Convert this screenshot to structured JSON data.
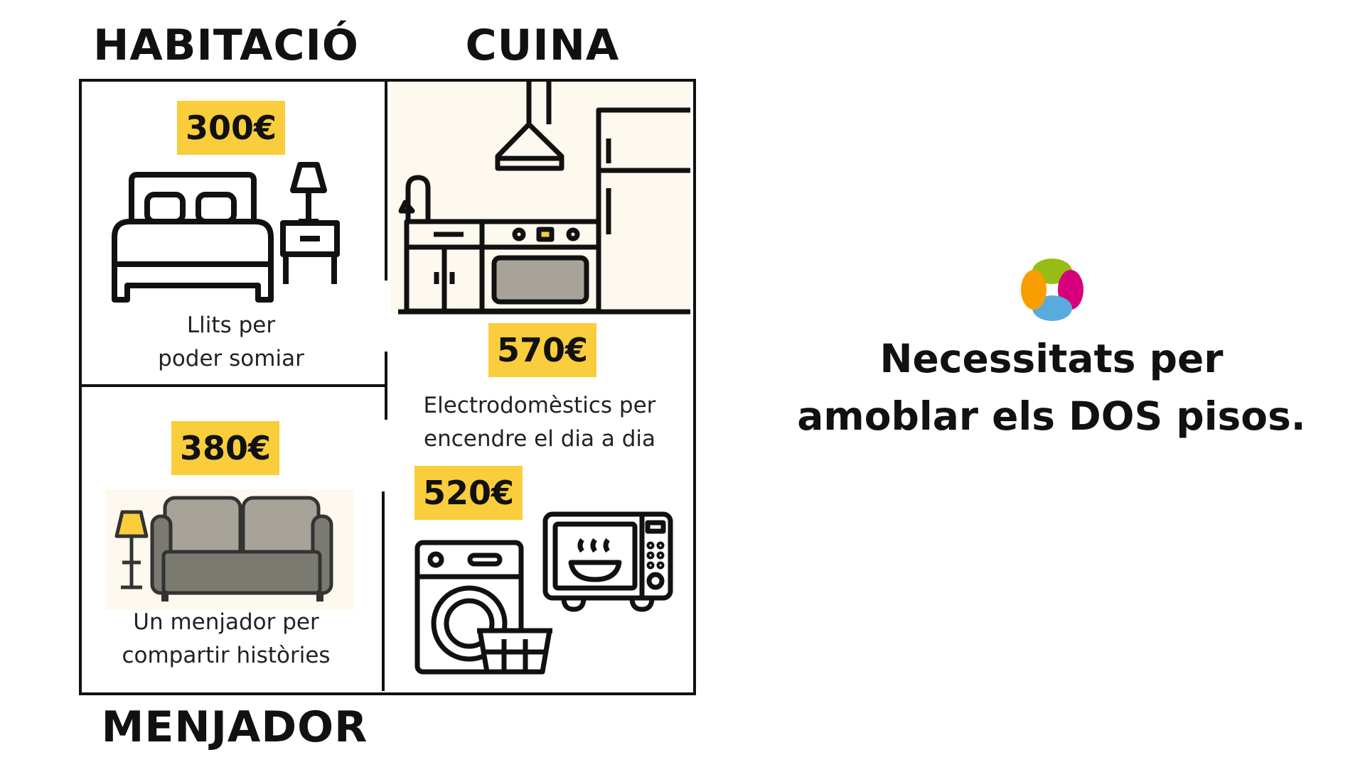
{
  "rooms": {
    "bedroom": {
      "heading": "HABITACIÓ",
      "price": "300€",
      "caption_line1": "Llits per",
      "caption_line2": "poder somiar"
    },
    "kitchen": {
      "heading": "CUINA",
      "price": "570€",
      "caption_line1": "Electrodomèstics per",
      "caption_line2": "encendre el dia a dia",
      "price2": "520€"
    },
    "dining": {
      "heading": "MENJADOR",
      "price": "380€",
      "caption_line1": "Un menjador per",
      "caption_line2": "compartir històries"
    }
  },
  "side": {
    "title_line1": "Necessitats per",
    "title_line2": "amoblar els DOS pisos.",
    "logo_icon": "puzzle-flower-logo"
  },
  "colors": {
    "price_badge": "#f9cd3c",
    "cream": "#fdf9ee",
    "logo_green": "#97bd14",
    "logo_magenta": "#d6007c",
    "logo_orange": "#f99d00",
    "logo_blue": "#58abdc"
  }
}
